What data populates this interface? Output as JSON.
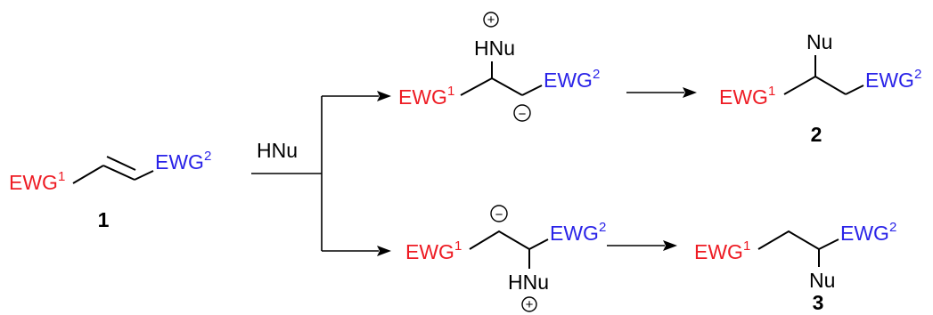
{
  "colors": {
    "ewg1": "#ee1c24",
    "ewg2": "#2a23e8",
    "ink": "#000000"
  },
  "groups": {
    "ewg1": "EWG",
    "ewg1_index": "1",
    "ewg2": "EWG",
    "ewg2_index": "2",
    "nucleophile": "HNu",
    "nu": "Nu"
  },
  "charges": {
    "plus": "+",
    "minus": "−"
  },
  "labels": {
    "start": "1",
    "product_a": "2",
    "product_b": "3"
  }
}
